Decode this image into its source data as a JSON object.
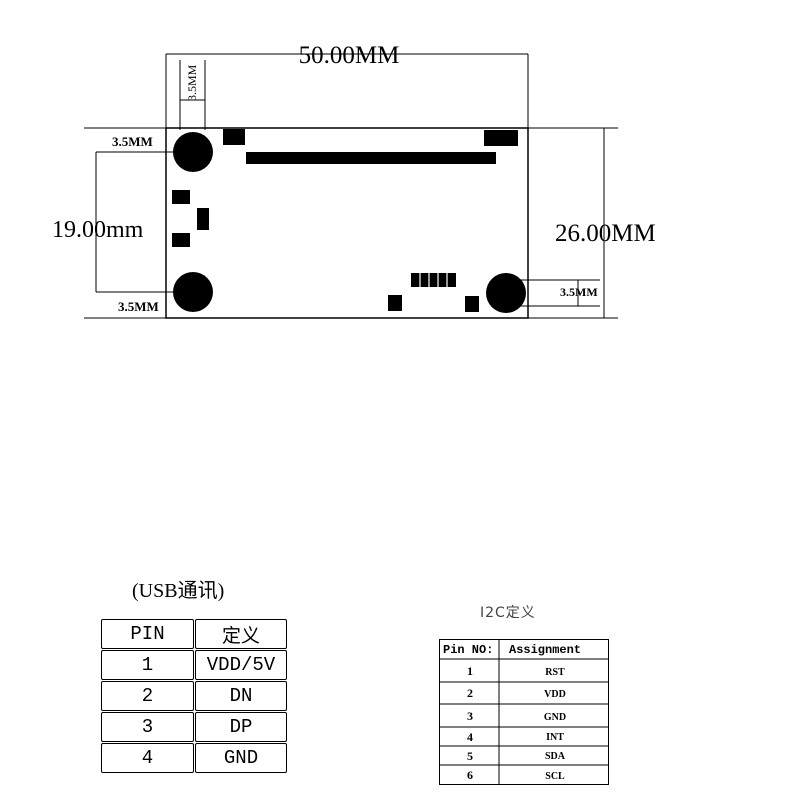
{
  "diagram": {
    "width_label": "50.00MM",
    "height_label_outer": "26.00MM",
    "height_label_inner": "19.00mm",
    "hole_top_offset_label": "3.5MM",
    "hole_left_offset_top_label": "3.5MM",
    "hole_left_offset_bottom_label": "3.5MM",
    "hole_right_offset_label": "3.5MM"
  },
  "usb": {
    "caption": "(USB通讯)",
    "header": {
      "pin": "PIN",
      "def": "定义"
    },
    "rows": [
      {
        "pin": "1",
        "def": "VDD/5V"
      },
      {
        "pin": "2",
        "def": "DN"
      },
      {
        "pin": "3",
        "def": "DP"
      },
      {
        "pin": "4",
        "def": "GND"
      }
    ]
  },
  "i2c": {
    "caption": "I2C定义",
    "header": {
      "pin": "Pin NO:",
      "assign": "Assignment"
    },
    "rows": [
      {
        "pin": "1",
        "assign": "RST"
      },
      {
        "pin": "2",
        "assign": "VDD"
      },
      {
        "pin": "3",
        "assign": "GND"
      },
      {
        "pin": "4",
        "assign": "INT"
      },
      {
        "pin": "5",
        "assign": "SDA"
      },
      {
        "pin": "6",
        "assign": "SCL"
      }
    ]
  }
}
